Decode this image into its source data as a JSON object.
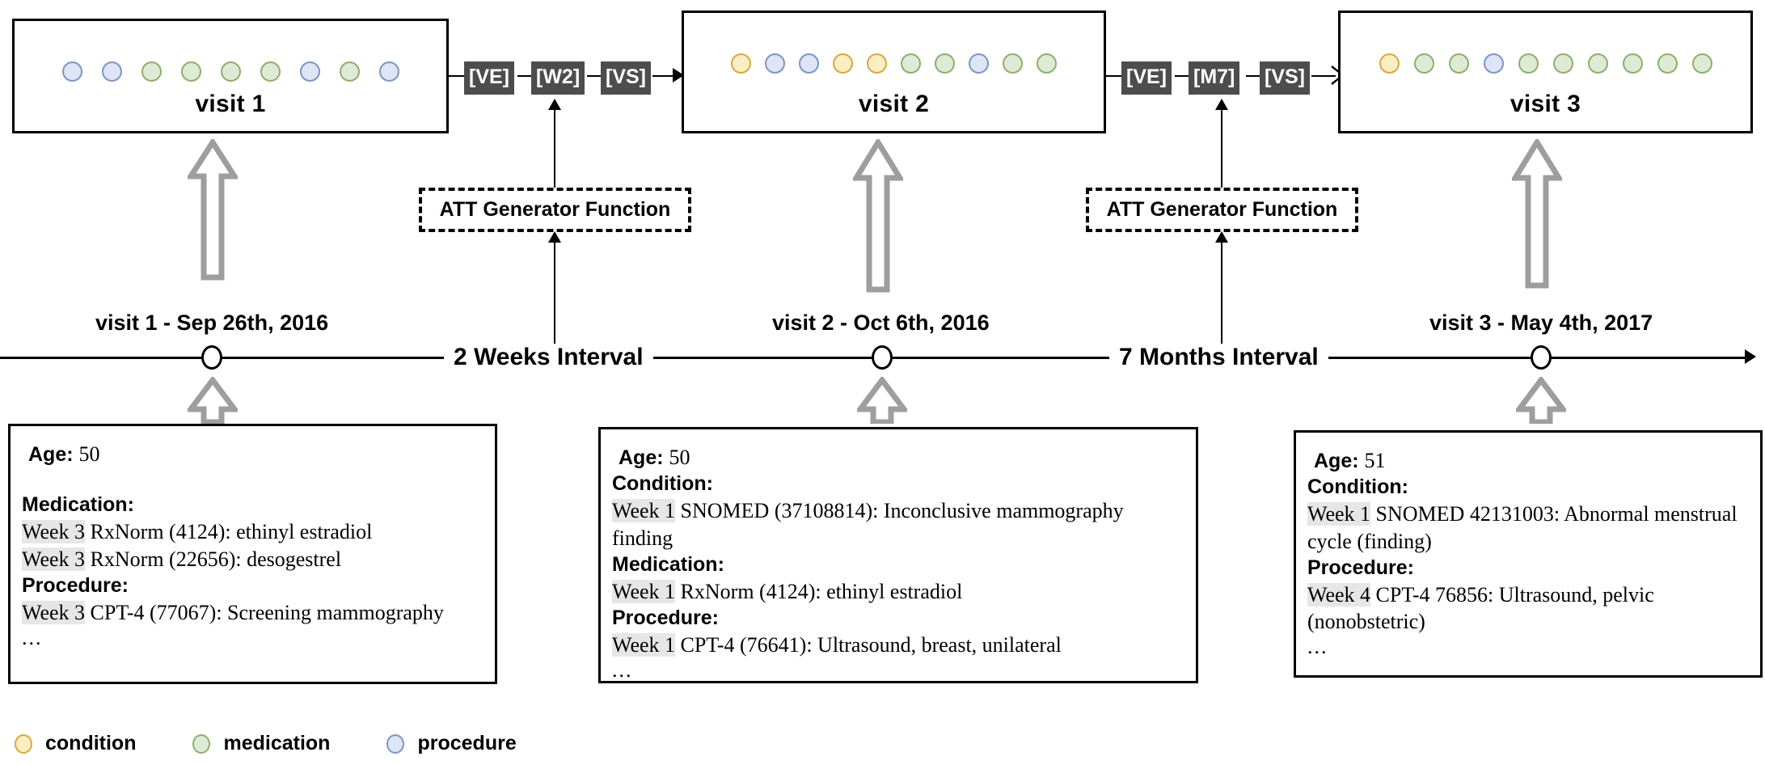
{
  "diagram": {
    "title": "EHR visit sequence with ATT (artificial time token) generation",
    "colors": {
      "condition_fill": "#fbeec2",
      "condition_border": "#d9a93c",
      "medication_fill": "#dfead6",
      "medication_border": "#8cb06a",
      "procedure_fill": "#dde5f6",
      "procedure_border": "#7d95c6",
      "token_bg": "#4d4d4d",
      "token_fg": "#ffffff",
      "arrow_grey": "#9e9e9e",
      "highlight_bg": "#e6e6e6"
    }
  },
  "visits": [
    {
      "label": "visit 1",
      "dots": [
        "procedure",
        "procedure",
        "medication",
        "medication",
        "medication",
        "medication",
        "procedure",
        "medication",
        "procedure"
      ]
    },
    {
      "label": "visit 2",
      "dots": [
        "condition",
        "procedure",
        "procedure",
        "condition",
        "condition",
        "medication",
        "medication",
        "procedure",
        "medication",
        "medication"
      ]
    },
    {
      "label": "visit 3",
      "dots": [
        "condition",
        "medication",
        "medication",
        "procedure",
        "medication",
        "medication",
        "medication",
        "medication",
        "medication",
        "medication"
      ]
    }
  ],
  "token_groups": [
    {
      "tokens": [
        "[VE]",
        "[W2]",
        "[VS]"
      ]
    },
    {
      "tokens": [
        "[VE]",
        "[M7]",
        "[VS]"
      ]
    }
  ],
  "att_boxes": [
    {
      "label": "ATT Generator Function"
    },
    {
      "label": "ATT Generator Function"
    }
  ],
  "timeline": {
    "visit_labels": [
      "visit 1 - Sep 26th, 2016",
      "visit 2 - Oct 6th, 2016",
      "visit 3 - May 4th, 2017"
    ],
    "interval_labels": [
      "2 Weeks Interval",
      "7 Months Interval"
    ]
  },
  "detail_boxes": [
    {
      "age_label": "Age:",
      "age_value": "50",
      "gap_after_age": true,
      "sections": [
        {
          "heading": "Medication:",
          "entries": [
            {
              "week": "Week 3",
              "text": "RxNorm (4124): ethinyl estradiol"
            },
            {
              "week": "Week 3",
              "text": "RxNorm (22656):  desogestrel"
            }
          ]
        },
        {
          "heading": "Procedure:",
          "entries": [
            {
              "week": "Week 3",
              "text": "CPT-4 (77067): Screening mammography"
            }
          ]
        }
      ],
      "ellipsis": "..."
    },
    {
      "age_label": "Age:",
      "age_value": "50",
      "gap_after_age": false,
      "sections": [
        {
          "heading": "Condition:",
          "entries": [
            {
              "week": "Week 1",
              "text": "SNOMED (37108814): Inconclusive mammography finding"
            }
          ]
        },
        {
          "heading": "Medication:",
          "entries": [
            {
              "week": "Week 1",
              "text": "RxNorm (4124): ethinyl estradiol"
            }
          ]
        },
        {
          "heading": "Procedure:",
          "entries": [
            {
              "week": "Week 1",
              "text": "CPT-4 (76641): Ultrasound, breast, unilateral"
            }
          ]
        }
      ],
      "ellipsis": "..."
    },
    {
      "age_label": "Age:",
      "age_value": "51",
      "gap_after_age": false,
      "sections": [
        {
          "heading": "Condition:",
          "entries": [
            {
              "week": "Week 1",
              "text": "SNOMED 42131003: Abnormal menstrual cycle (finding)"
            }
          ]
        },
        {
          "heading": "Procedure:",
          "entries": [
            {
              "week": "Week 4",
              "text": "CPT-4 76856: Ultrasound, pelvic (nonobstetric)"
            }
          ]
        }
      ],
      "ellipsis": "..."
    }
  ],
  "legend": [
    {
      "type": "condition",
      "label": "condition"
    },
    {
      "type": "medication",
      "label": "medication"
    },
    {
      "type": "procedure",
      "label": "procedure"
    }
  ]
}
